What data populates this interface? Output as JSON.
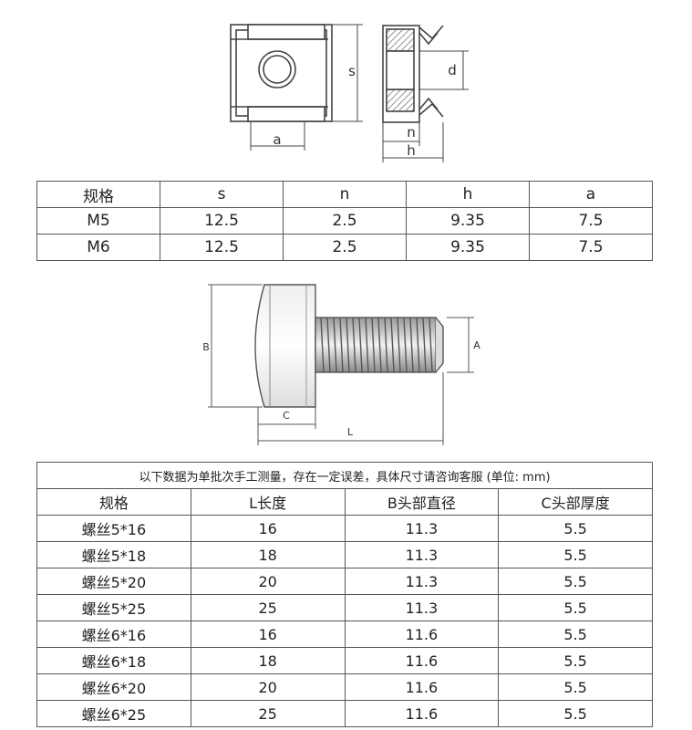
{
  "nut_drawing": {
    "label_s": "s",
    "label_a": "a",
    "label_d": "d",
    "label_n": "n",
    "label_h": "h"
  },
  "nut_table": {
    "headers": [
      "规格",
      "s",
      "n",
      "h",
      "a"
    ],
    "rows": [
      [
        "M5",
        "12.5",
        "2.5",
        "9.35",
        "7.5"
      ],
      [
        "M6",
        "12.5",
        "2.5",
        "9.35",
        "7.5"
      ]
    ]
  },
  "screw_drawing": {
    "label_b": "B",
    "label_a": "A",
    "label_c": "C",
    "label_l": "L"
  },
  "screw_table": {
    "note": "以下数据为单批次手工测量，存在一定误差，具体尺寸请咨询客服 (单位: mm)",
    "headers": [
      "规格",
      "L长度",
      "B头部直径",
      "C头部厚度"
    ],
    "rows": [
      [
        "螺丝5*16",
        "16",
        "11.3",
        "5.5"
      ],
      [
        "螺丝5*18",
        "18",
        "11.3",
        "5.5"
      ],
      [
        "螺丝5*20",
        "20",
        "11.3",
        "5.5"
      ],
      [
        "螺丝5*25",
        "25",
        "11.3",
        "5.5"
      ],
      [
        "螺丝6*16",
        "16",
        "11.6",
        "5.5"
      ],
      [
        "螺丝6*18",
        "18",
        "11.6",
        "5.5"
      ],
      [
        "螺丝6*20",
        "20",
        "11.6",
        "5.5"
      ],
      [
        "螺丝6*25",
        "25",
        "11.6",
        "5.5"
      ]
    ]
  }
}
